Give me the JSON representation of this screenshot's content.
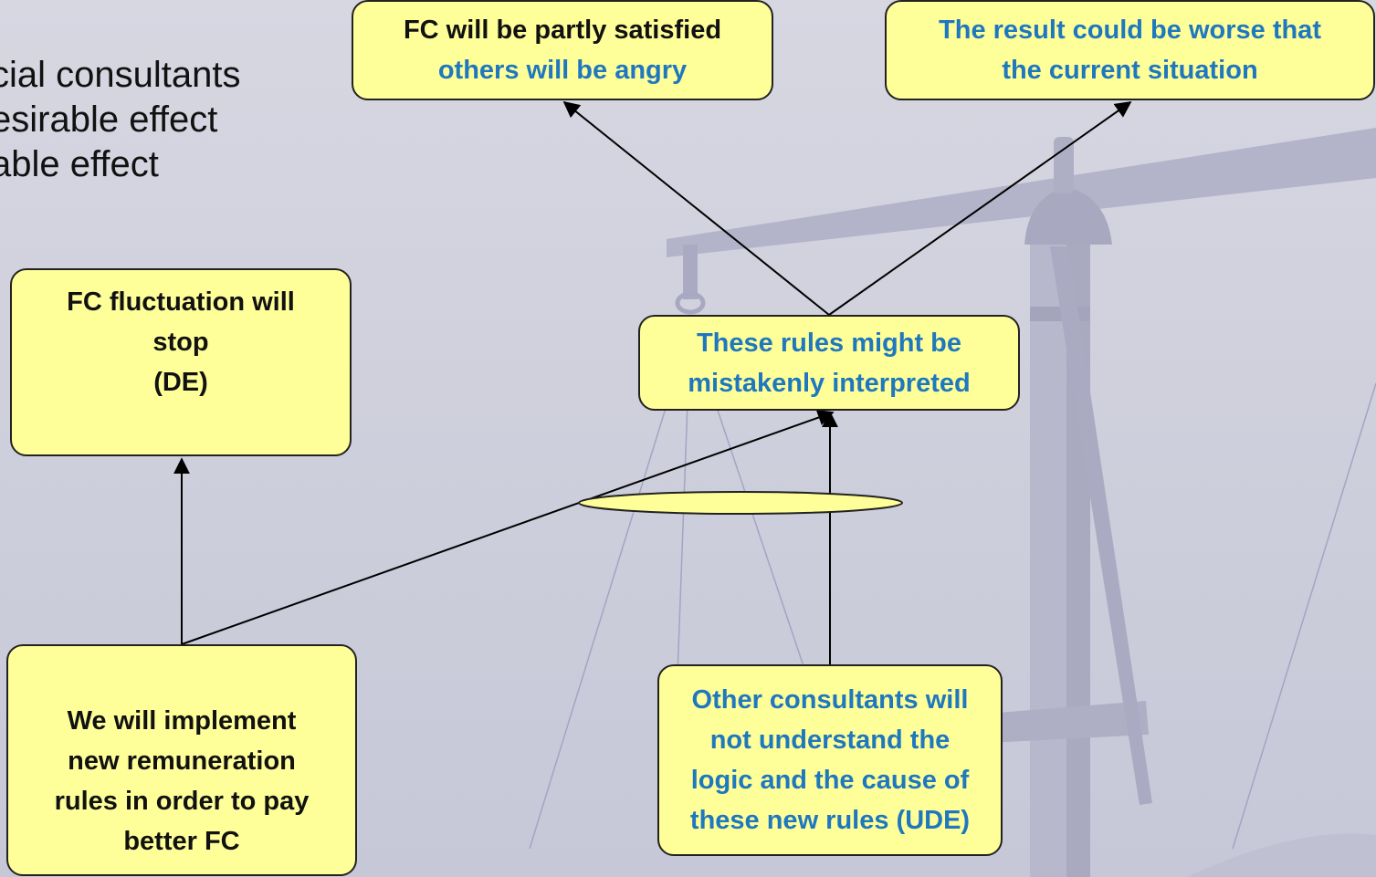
{
  "background_text": {
    "lines": [
      "cial consultants",
      "esirable effect",
      "able effect"
    ]
  },
  "nodes": {
    "fc_partly_satisfied": {
      "line1": "FC will be partly satisfied",
      "line2": "others will be angry"
    },
    "result_worse": {
      "line1": "The result could be worse that",
      "line2": "the current situation"
    },
    "fc_fluctuation": {
      "line1": "FC fluctuation will",
      "line2": "stop",
      "line3": "(DE)"
    },
    "rules_misinterpreted": {
      "line1": "These rules might be",
      "line2": "mistakenly interpreted"
    },
    "implement_rules": {
      "line1": "We will implement",
      "line2": "new remuneration",
      "line3": "rules in order to pay",
      "line4": "better FC"
    },
    "other_consultants": {
      "line1": "Other consultants will",
      "line2": "not understand the",
      "line3": "logic and the cause of",
      "line4": "these new rules (UDE)"
    }
  },
  "colors": {
    "box_fill": "#ffff99",
    "box_border": "#222222",
    "text_black": "#111111",
    "text_blue": "#1f78bf",
    "background": "#cfd0dc"
  }
}
